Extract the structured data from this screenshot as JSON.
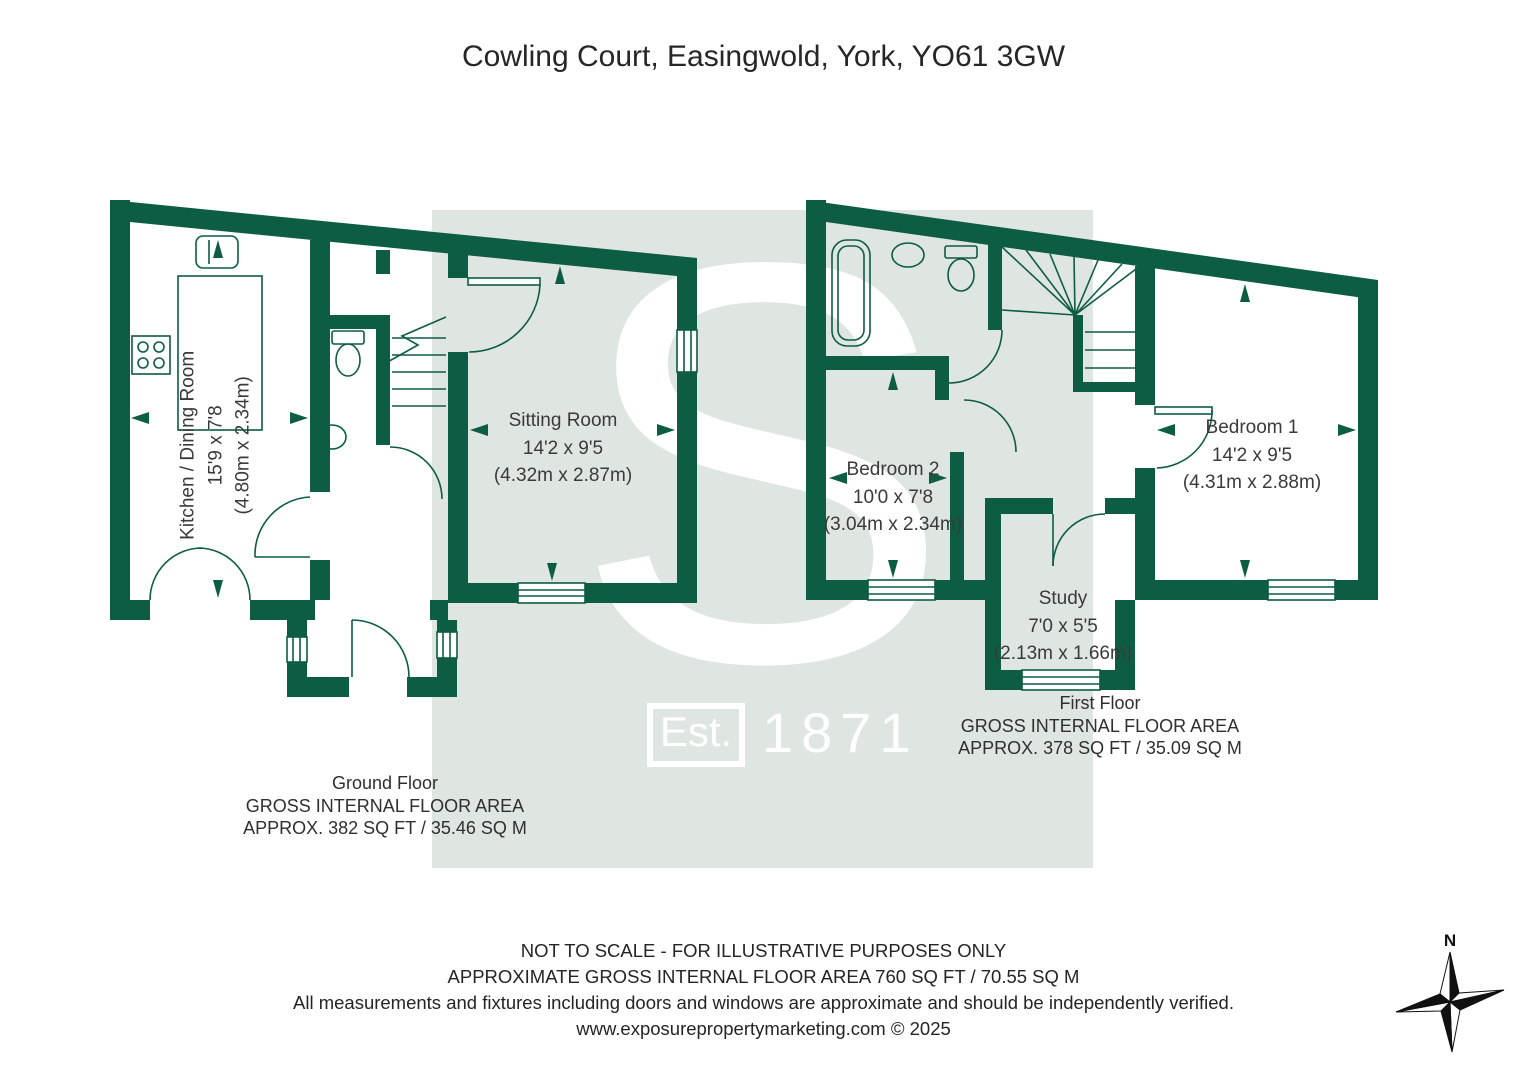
{
  "title": "Cowling Court, Easingwold, York, YO61 3GW",
  "watermark": {
    "letter": "S",
    "est": "Est.",
    "year": "1871"
  },
  "ground_floor": {
    "caption": {
      "floor": "Ground Floor",
      "line1": "GROSS INTERNAL FLOOR AREA",
      "line2": "APPROX. 382 SQ FT / 35.46 SQ M"
    },
    "rooms": {
      "kitchen": {
        "name": "Kitchen / Dining Room",
        "imperial": "15'9 x 7'8",
        "metric": "(4.80m x 2.34m)"
      },
      "sitting": {
        "name": "Sitting Room",
        "imperial": "14'2 x 9'5",
        "metric": "(4.32m x 2.87m)"
      }
    }
  },
  "first_floor": {
    "caption": {
      "floor": "First Floor",
      "line1": "GROSS INTERNAL FLOOR AREA",
      "line2": "APPROX. 378 SQ FT / 35.09 SQ M"
    },
    "rooms": {
      "bedroom2": {
        "name": "Bedroom 2",
        "imperial": "10'0 x 7'8",
        "metric": "(3.04m x 2.34m)"
      },
      "bedroom1": {
        "name": "Bedroom 1",
        "imperial": "14'2 x 9'5",
        "metric": "(4.31m x 2.88m)"
      },
      "study": {
        "name": "Study",
        "imperial": "7'0 x 5'5",
        "metric": "(2.13m x 1.66m)"
      }
    }
  },
  "footer": {
    "line1": "NOT TO SCALE - FOR ILLUSTRATIVE PURPOSES ONLY",
    "line2": "APPROXIMATE GROSS INTERNAL FLOOR AREA 760 SQ FT / 70.55 SQ M",
    "line3": "All measurements and fixtures including doors and windows are approximate and should be independently verified.",
    "line4": "www.exposurepropertymarketing.com © 2025"
  },
  "compass": {
    "north": "N"
  },
  "colors": {
    "wall_green": "#0d5c44",
    "line_green": "#0d5c44",
    "watermark_bg": "#dfe5e1",
    "text": "#3a3a3a"
  }
}
